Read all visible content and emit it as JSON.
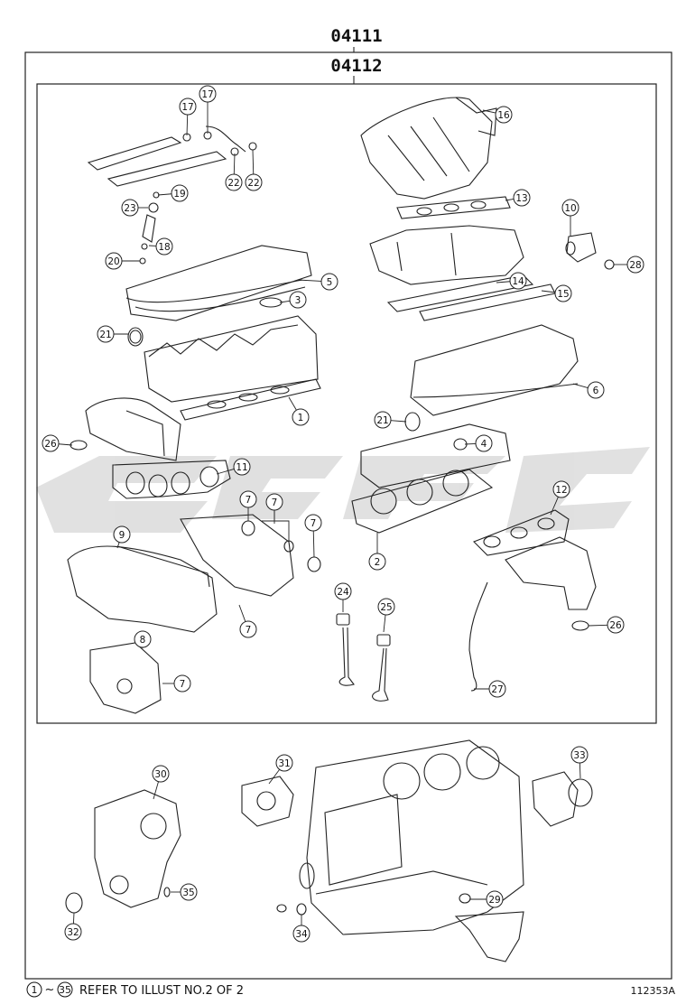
{
  "header": {
    "outer_kit": "04111",
    "inner_kit": "04112"
  },
  "footer": {
    "range_start": "1",
    "range_tilde": "~",
    "range_end": "35",
    "note": "REFER TO ILLUST NO.2 OF 2",
    "illustration_id": "112353A"
  },
  "watermark": {
    "color": "#c8c8c8"
  },
  "callouts": [
    {
      "id": "c17a",
      "label": "17"
    },
    {
      "id": "c17b",
      "label": "17"
    },
    {
      "id": "c22a",
      "label": "22"
    },
    {
      "id": "c22b",
      "label": "22"
    },
    {
      "id": "c19",
      "label": "19"
    },
    {
      "id": "c23",
      "label": "23"
    },
    {
      "id": "c18",
      "label": "18"
    },
    {
      "id": "c20",
      "label": "20"
    },
    {
      "id": "c5",
      "label": "5"
    },
    {
      "id": "c3",
      "label": "3"
    },
    {
      "id": "c21a",
      "label": "21"
    },
    {
      "id": "c1",
      "label": "1"
    },
    {
      "id": "c26a",
      "label": "26"
    },
    {
      "id": "c11",
      "label": "11"
    },
    {
      "id": "c16",
      "label": "16"
    },
    {
      "id": "c13",
      "label": "13"
    },
    {
      "id": "c10",
      "label": "10"
    },
    {
      "id": "c28",
      "label": "28"
    },
    {
      "id": "c14",
      "label": "14"
    },
    {
      "id": "c15",
      "label": "15"
    },
    {
      "id": "c6",
      "label": "6"
    },
    {
      "id": "c21b",
      "label": "21"
    },
    {
      "id": "c4",
      "label": "4"
    },
    {
      "id": "c7a",
      "label": "7"
    },
    {
      "id": "c7b",
      "label": "7"
    },
    {
      "id": "c7c",
      "label": "7"
    },
    {
      "id": "c9",
      "label": "9"
    },
    {
      "id": "c2",
      "label": "2"
    },
    {
      "id": "c12",
      "label": "12"
    },
    {
      "id": "c24",
      "label": "24"
    },
    {
      "id": "c25",
      "label": "25"
    },
    {
      "id": "c26b",
      "label": "26"
    },
    {
      "id": "c7d",
      "label": "7"
    },
    {
      "id": "c8",
      "label": "8"
    },
    {
      "id": "c7e",
      "label": "7"
    },
    {
      "id": "c27",
      "label": "27"
    },
    {
      "id": "c30",
      "label": "30"
    },
    {
      "id": "c31",
      "label": "31"
    },
    {
      "id": "c33",
      "label": "33"
    },
    {
      "id": "c35",
      "label": "35"
    },
    {
      "id": "c29",
      "label": "29"
    },
    {
      "id": "c32",
      "label": "32"
    },
    {
      "id": "c34",
      "label": "34"
    }
  ]
}
